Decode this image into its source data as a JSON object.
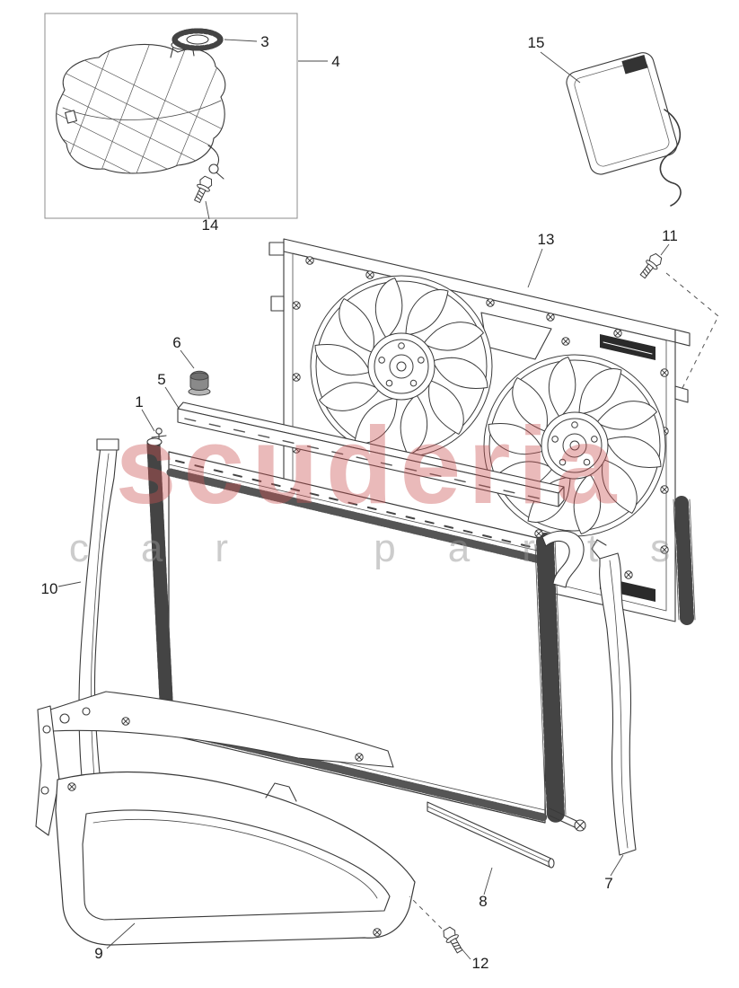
{
  "diagram": {
    "type": "exploded-parts-diagram",
    "subject": "engine cooling: expansion tank, fan shroud, radiator, brackets and air duct",
    "line_color": "#3a3a3a",
    "background": "#ffffff",
    "labels": {
      "l1": "1",
      "l3": "3",
      "l4": "4",
      "l5": "5",
      "l6": "6",
      "l7": "7",
      "l8": "8",
      "l9": "9",
      "l10": "10",
      "l11": "11",
      "l12": "12",
      "l13": "13",
      "l14": "14",
      "l15": "15"
    }
  },
  "watermark": {
    "line1": "scuderia",
    "line2": "car parts",
    "color_main": "#cb5252",
    "color_sub": "#949494"
  }
}
